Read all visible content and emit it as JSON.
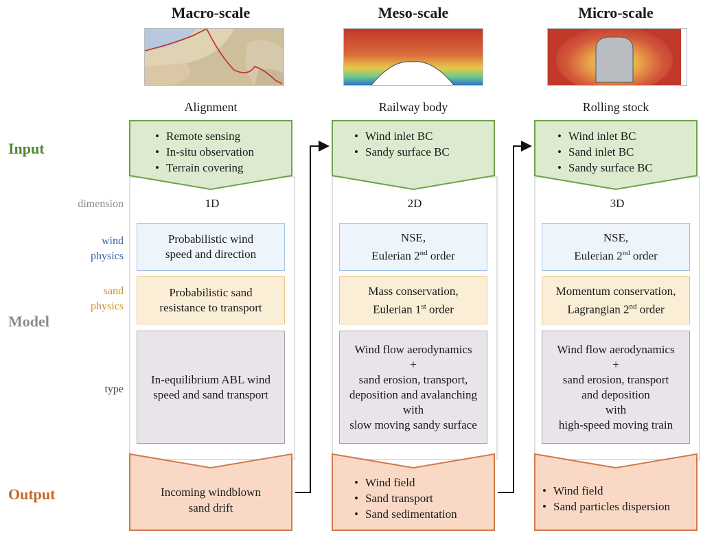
{
  "row_labels": {
    "input": "Input",
    "model": "Model",
    "output": "Output",
    "dimension": "dimension",
    "wind_physics": [
      "wind",
      "physics"
    ],
    "sand_physics": [
      "sand",
      "physics"
    ],
    "type": "type"
  },
  "colors": {
    "input_label": "#4f8a2f",
    "model_label": "#8c8c8c",
    "output_label": "#c5662a",
    "wind_label": "#2f5f9e",
    "sand_label": "#c0902f",
    "input_fill": "#dcebd0",
    "input_stroke": "#6fa24a",
    "output_fill": "#f9d9c6",
    "output_stroke": "#d07a48"
  },
  "columns": [
    {
      "title": "Macro-scale",
      "subtitle": "Alignment",
      "inputs": [
        "Remote sensing",
        "In-situ observation",
        "Terrain covering"
      ],
      "dimension": "1D",
      "wind": [
        "Probabilistic wind",
        "speed and direction"
      ],
      "sand": [
        "Probabilistic sand",
        "resistance to transport"
      ],
      "type": [
        "In-equilibrium ABL wind",
        "speed and sand transport"
      ],
      "outputs_text": [
        "Incoming windblown",
        "sand drift"
      ]
    },
    {
      "title": "Meso-scale",
      "subtitle": "Railway body",
      "inputs": [
        "Wind inlet BC",
        "Sandy surface BC"
      ],
      "dimension": "2D",
      "wind": [
        "NSE,",
        "Eulerian 2",
        "nd",
        " order"
      ],
      "sand": [
        "Mass conservation,",
        "Eulerian 1",
        "st",
        " order"
      ],
      "type": [
        "Wind flow aerodynamics",
        "+",
        "sand erosion, transport,",
        "deposition and avalanching",
        "with",
        "slow moving sandy surface"
      ],
      "outputs": [
        "Wind field",
        "Sand transport",
        "Sand sedimentation"
      ]
    },
    {
      "title": "Micro-scale",
      "subtitle": "Rolling stock",
      "inputs": [
        "Wind inlet BC",
        "Sand inlet BC",
        "Sandy surface BC"
      ],
      "dimension": "3D",
      "wind": [
        "NSE,",
        "Eulerian 2",
        "nd",
        " order"
      ],
      "sand": [
        "Momentum conservation,",
        "Lagrangian 2",
        "nd",
        " order"
      ],
      "type": [
        "Wind flow aerodynamics",
        "+",
        "sand erosion, transport",
        "and deposition",
        "with",
        "high-speed moving train"
      ],
      "outputs": [
        "Wind field",
        "Sand particles dispersion"
      ]
    }
  ]
}
